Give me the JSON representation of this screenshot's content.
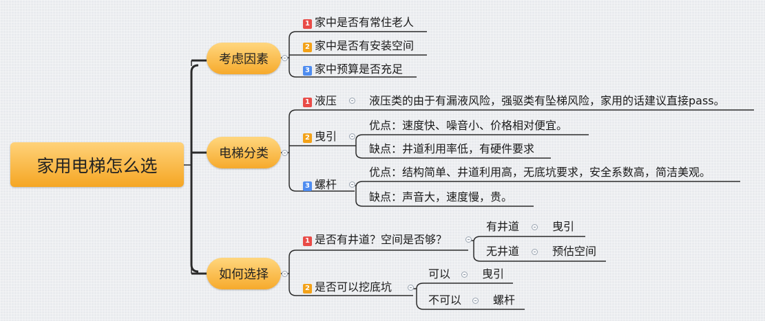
{
  "root": {
    "label": "家用电梯怎么选"
  },
  "branches": [
    {
      "label": "考虑因素",
      "items": [
        {
          "badge": "1",
          "label": "家中是否有常住老人"
        },
        {
          "badge": "2",
          "label": "家中是否有安装空间"
        },
        {
          "badge": "3",
          "label": "家中预算是否充足"
        }
      ]
    },
    {
      "label": "电梯分类",
      "items": [
        {
          "badge": "1",
          "label": "液压",
          "children": [
            "液压类的由于有漏液风险，强驱类有坠梯风险，家用的话建议直接pass。"
          ]
        },
        {
          "badge": "2",
          "label": "曳引",
          "children": [
            "优点：速度快、噪音小、价格相对便宜。",
            "缺点：井道利用率低，有硬件要求"
          ]
        },
        {
          "badge": "3",
          "label": "螺杆",
          "children": [
            "优点：结构简单、井道利用高，无底坑要求，安全系数高，简洁美观。",
            "缺点：声音大，速度慢，贵。"
          ]
        }
      ]
    },
    {
      "label": "如何选择",
      "items": [
        {
          "badge": "1",
          "label": "是否有井道？空间是否够？",
          "children": [
            {
              "label": "有井道",
              "result": "曳引"
            },
            {
              "label": "无井道",
              "result": "预估空间"
            }
          ]
        },
        {
          "badge": "2",
          "label": "是否可以挖底坑",
          "children": [
            {
              "label": "可以",
              "result": "曳引"
            },
            {
              "label": "不可以",
              "result": "螺杆"
            }
          ]
        }
      ]
    }
  ],
  "colors": {
    "node_fill": "#f5a623",
    "line": "#2a2a2a",
    "badge1": "#e94b47",
    "badge2": "#f3a219",
    "badge3": "#4e8cf0"
  }
}
